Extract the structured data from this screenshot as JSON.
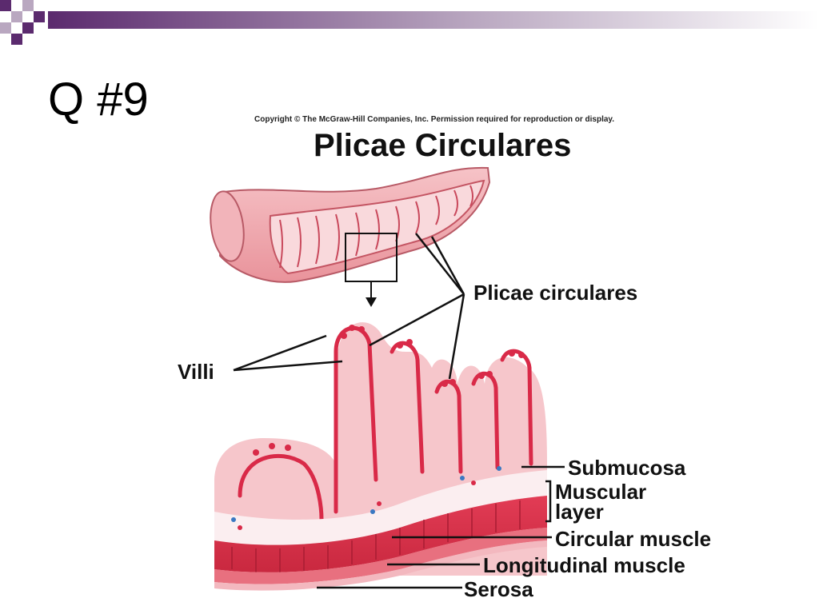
{
  "slide": {
    "title": "Q #9",
    "accent_color": "#5b2a6e"
  },
  "figure": {
    "copyright": "Copyright © The McGraw-Hill Companies, Inc. Permission required for reproduction or display.",
    "title": "Plicae Circulares",
    "labels": {
      "plicae_circulares": "Plicae circulares",
      "villi": "Villi",
      "submucosa": "Submucosa",
      "muscular_layer_line1": "Muscular",
      "muscular_layer_line2": "layer",
      "circular_muscle": "Circular muscle",
      "longitudinal_muscle": "Longitudinal muscle",
      "serosa": "Serosa"
    },
    "tissue_color": "#e8536a"
  }
}
